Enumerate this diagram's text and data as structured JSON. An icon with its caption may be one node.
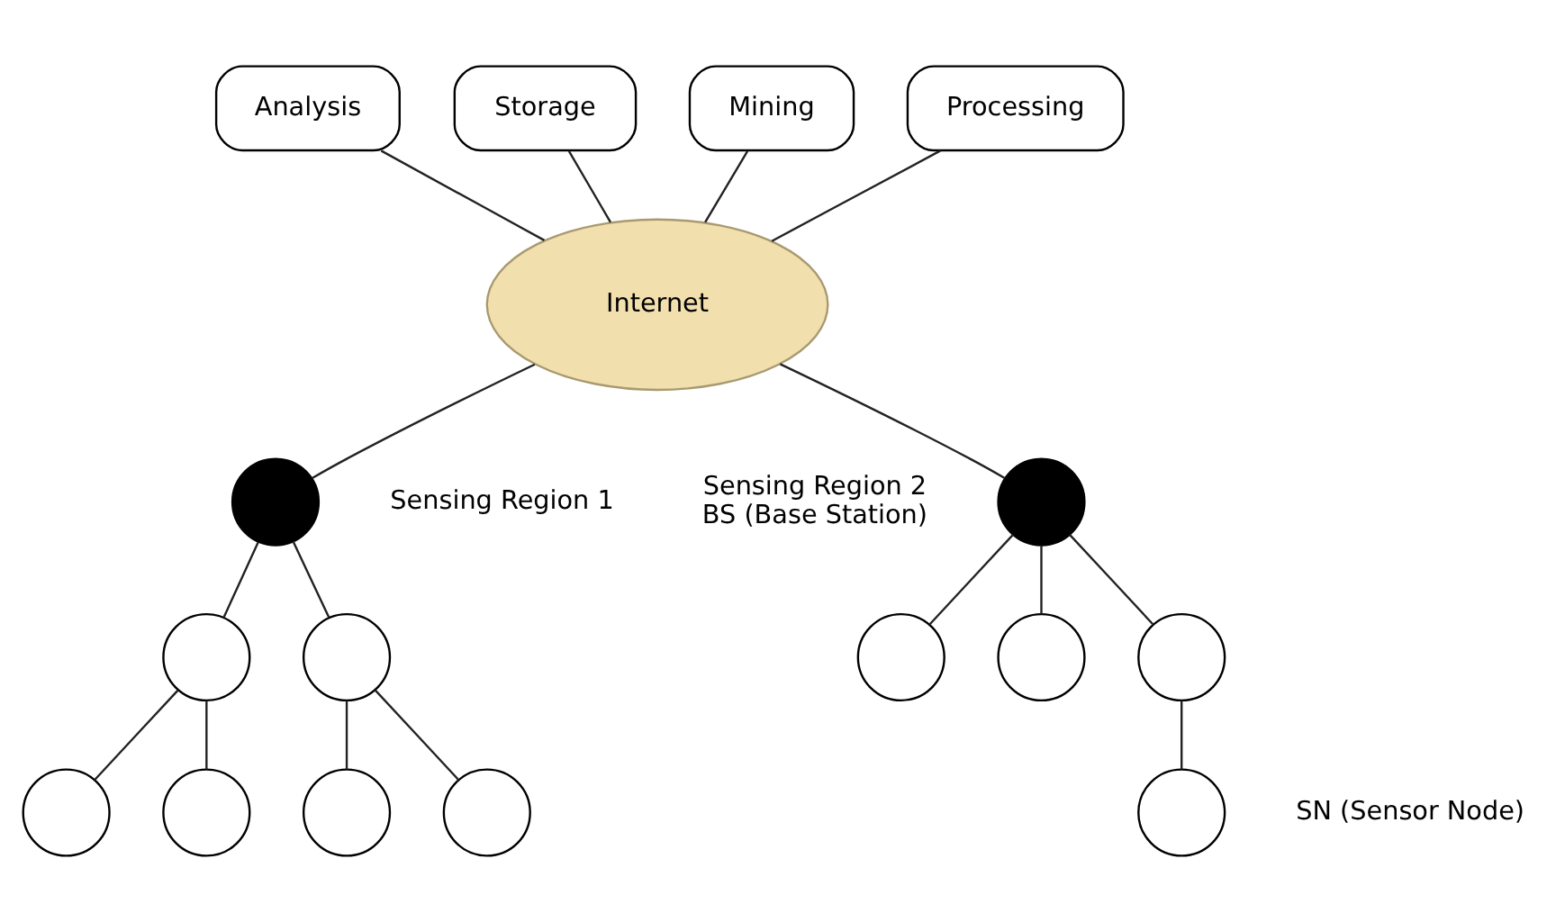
{
  "diagram": {
    "nodes": [
      {
        "text": [
          "Analysis"
        ]
      },
      {
        "text": [
          "Storage"
        ]
      },
      {
        "text": [
          "Mining"
        ]
      },
      {
        "text": [
          "Processing"
        ]
      },
      {
        "text": [
          "Internet"
        ]
      },
      {
        "text": [],
        "shape": "circle",
        "beside": [
          "Sensing Region 1"
        ]
      },
      {
        "text": [],
        "shape": "circle",
        "beside": [
          "Sensing Region 2",
          "BS (Base Station)"
        ]
      },
      {
        "text": [],
        "shape": "circle"
      },
      {
        "text": [],
        "shape": "circle"
      },
      {
        "text": [],
        "shape": "circle"
      },
      {
        "text": [],
        "shape": "circle"
      },
      {
        "text": [],
        "shape": "circle"
      },
      {
        "text": [],
        "shape": "circle"
      },
      {
        "text": [],
        "shape": "circle"
      },
      {
        "text": [],
        "shape": "circle"
      },
      {
        "text": [],
        "shape": "circle"
      },
      {
        "text": [],
        "shape": "circle"
      }
    ],
    "edges": [
      {
        "from": 0,
        "to": 4,
        "arrow": "none"
      },
      {
        "from": 1,
        "to": 4,
        "arrow": "none"
      },
      {
        "from": 2,
        "to": 4,
        "arrow": "none"
      },
      {
        "from": 3,
        "to": 4,
        "arrow": "none"
      },
      {
        "from": 5,
        "to": 4,
        "arrow": "none"
      },
      {
        "from": 4,
        "to": 6,
        "arrow": "none"
      },
      {
        "from": 5,
        "to": 7,
        "arrow": "none"
      },
      {
        "from": 5,
        "to": 8,
        "arrow": "none"
      },
      {
        "from": 7,
        "to": 9,
        "arrow": "none"
      },
      {
        "from": 7,
        "to": 10,
        "arrow": "none"
      },
      {
        "from": 8,
        "to": 11,
        "arrow": "none"
      },
      {
        "from": 8,
        "to": 12,
        "arrow": "none"
      },
      {
        "from": 6,
        "to": 13,
        "arrow": "none"
      },
      {
        "from": 6,
        "to": 14,
        "arrow": "none"
      },
      {
        "from": 6,
        "to": 15,
        "arrow": "none"
      },
      {
        "from": 15,
        "to": 16,
        "arrow": "none"
      }
    ],
    "labels": [
      "SN (Sensor Node)"
    ]
  }
}
